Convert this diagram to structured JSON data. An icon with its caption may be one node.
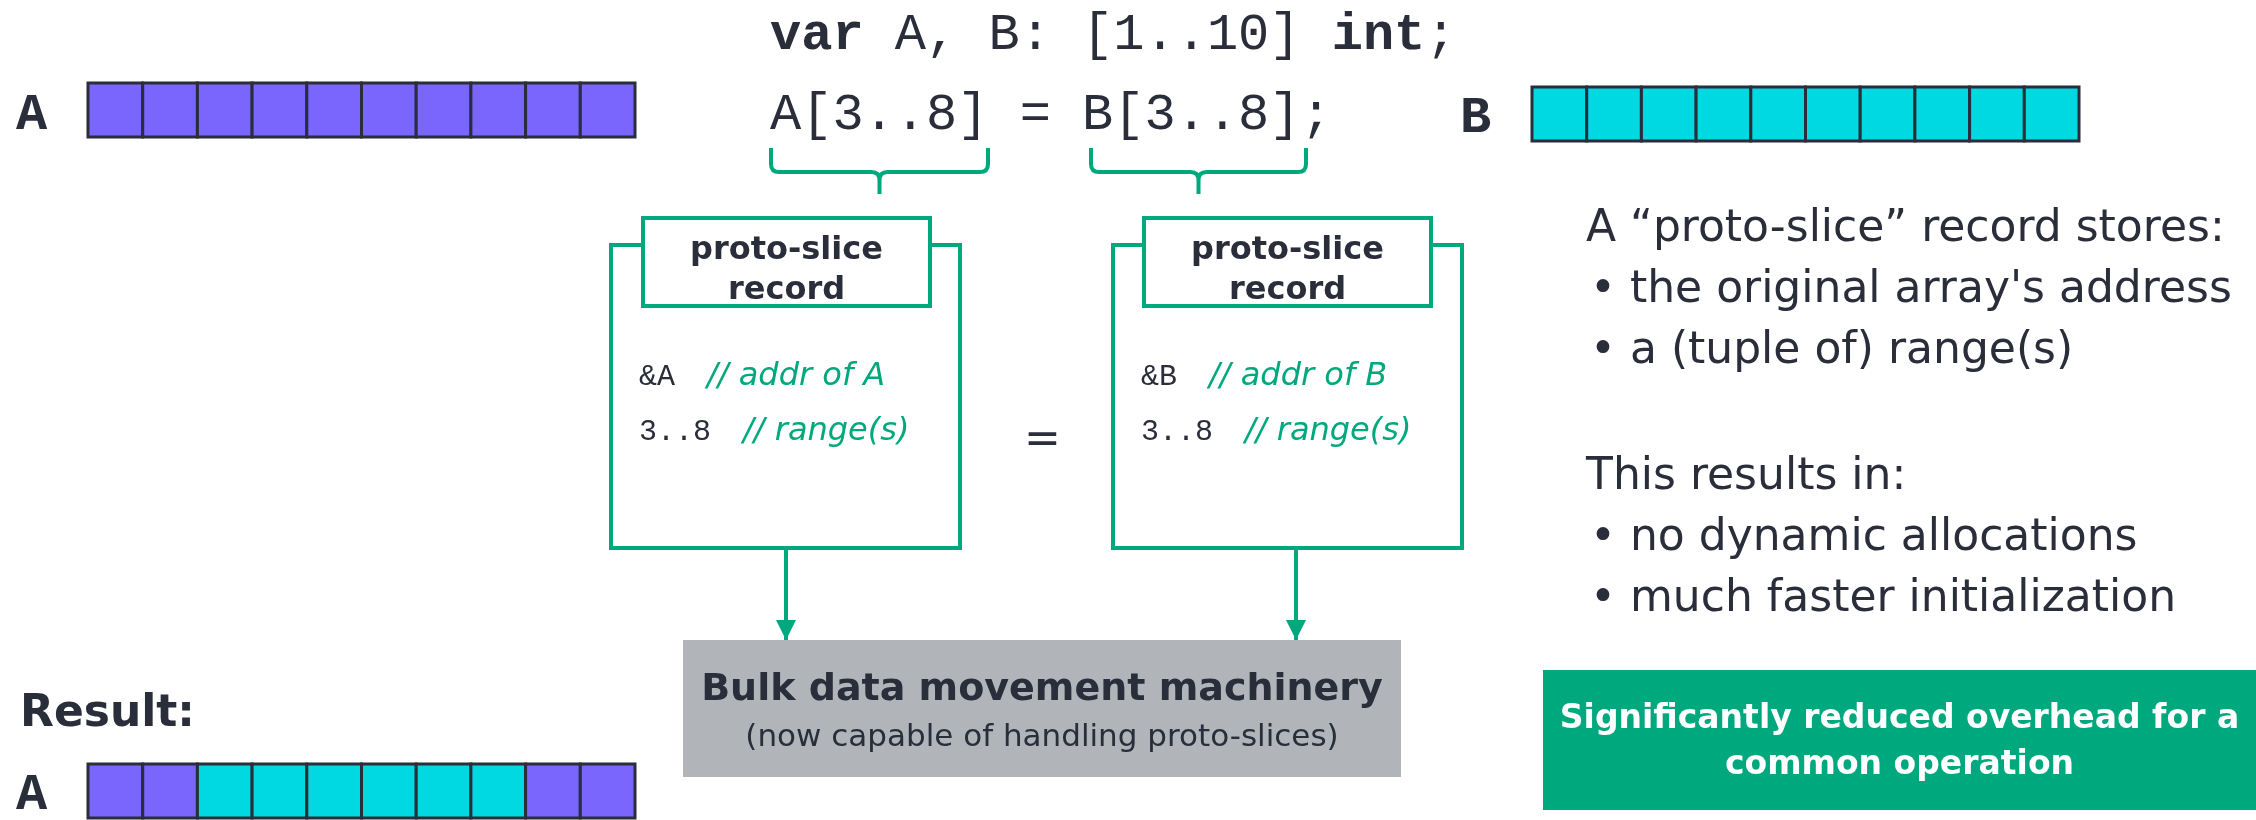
{
  "diagram": {
    "nodes": [
      {
        "text": [
          "proto-slice record",
          "&A *// addr of A*",
          "3..8 *// range(s)*"
        ]
      },
      {
        "text": [
          "proto-slice record",
          "&B *// addr of B*",
          "3..8 *// range(s)*"
        ]
      },
      {
        "text": [
          "Bulk data movement machinery",
          "(now capable of handling proto-slices)"
        ]
      },
      {
        "text": [
          "Significantly reduced overhead for a common operation"
        ]
      }
    ],
    "edges": [
      {
        "from": 0,
        "to": 2,
        "arrow": "to"
      },
      {
        "from": 1,
        "to": 2,
        "arrow": "to"
      }
    ],
    "labels": [
      "**var** A, B: [1..10] **int**;",
      "A",
      "A[3..8] = B[3..8];",
      "B",
      "A “proto-slice” record stores:",
      "• the original array's address",
      "• a (tuple of) range(s)",
      "=",
      "This results in:",
      "• no dynamic allocations",
      "• much faster initialization",
      "Result:",
      "A"
    ]
  }
}
